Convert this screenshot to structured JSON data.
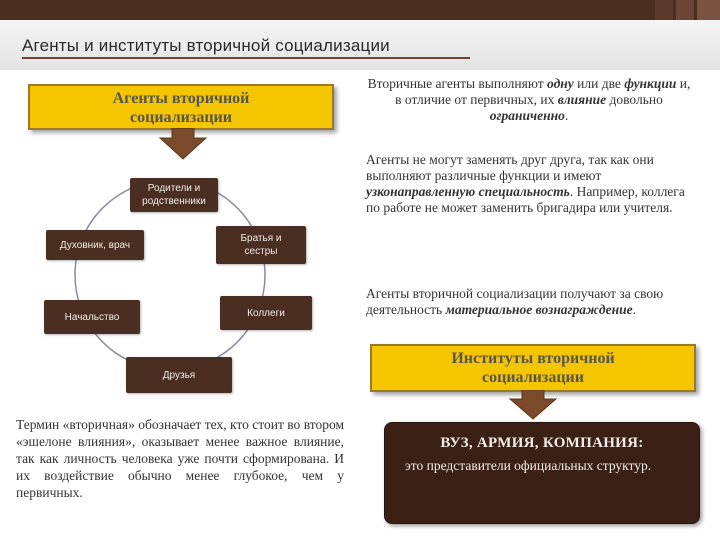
{
  "slide": {
    "title": "Агенты и институты вторичной социализации",
    "agents_box": {
      "line1": "Агенты вторичной",
      "line2": "социализации"
    },
    "institutions_box": {
      "line1": "Институты вторичной",
      "line2": "социализации"
    },
    "nodes": {
      "parents": "Родители и родственники",
      "spiritual": "Духовник, врач",
      "siblings": "Братья и сестры",
      "boss": "Начальство",
      "colleagues": "Коллеги",
      "friends": "Друзья"
    },
    "para1": {
      "a": "Вторичные агенты выполняют ",
      "b": "одну",
      "c": " или две ",
      "d": "функции",
      "e": " и, в отличие от первичных, их ",
      "f": "влияние",
      "g": " довольно ",
      "h": "ограниченно",
      "i": "."
    },
    "para2": {
      "a": "Агенты не могут заменять друг друга, так как они выполняют различные функции и имеют ",
      "b": "узконаправленную специальность",
      "c": ". Например, коллега по работе не может заменить бригадира или учителя."
    },
    "para3": {
      "a": "Агенты вторичной социализации получают за свою деятельность ",
      "b": "материальное вознаграждение",
      "c": "."
    },
    "para4": "Термин «вторичная» обозначает тех, кто стоит во втором «эшелоне влияния», оказывает менее важное влияние, так как личность человека уже почти сформирована. И их воздействие обычно менее глубокое, чем у первичных.",
    "institutions_detail": {
      "heading": "ВУЗ, АРМИЯ, КОМПАНИЯ:",
      "text": "это представители официальных структур."
    },
    "colors": {
      "yellow": "#f5c500",
      "brown": "#4a2e22",
      "arrow": "#7a4a2a"
    }
  }
}
